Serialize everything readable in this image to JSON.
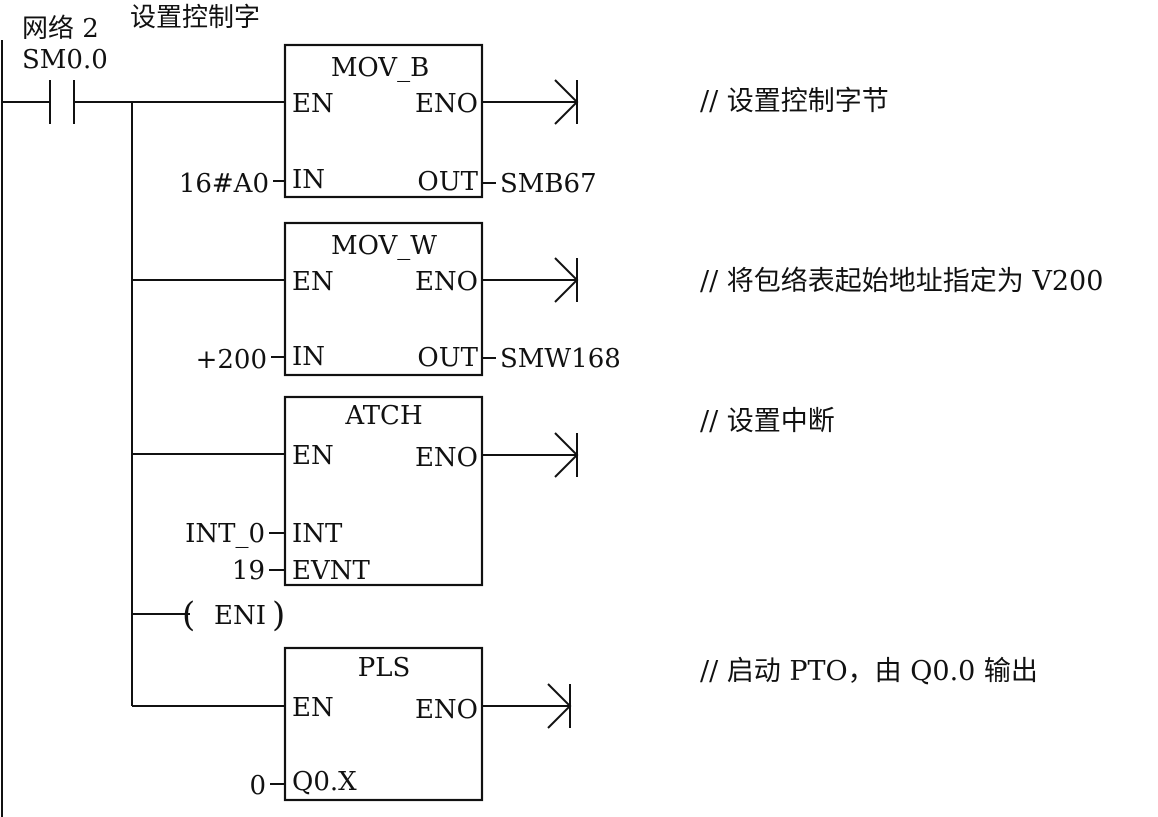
{
  "network": {
    "label": "网络 2",
    "title": "设置控制字",
    "contact": "SM0.0"
  },
  "blocks": [
    {
      "name": "MOV_B",
      "en": "EN",
      "eno": "ENO",
      "in_label": "IN",
      "in_value": "16#A0",
      "out_label": "OUT",
      "out_value": "SMB67",
      "comment": "// 设置控制字节"
    },
    {
      "name": "MOV_W",
      "en": "EN",
      "eno": "ENO",
      "in_label": "IN",
      "in_value": "+200",
      "out_label": "OUT",
      "out_value": "SMW168",
      "comment": "// 将包络表起始地址指定为 V200"
    },
    {
      "name": "ATCH",
      "en": "EN",
      "eno": "ENO",
      "int_label": "INT",
      "int_value": "INT_0",
      "evnt_label": "EVNT",
      "evnt_value": "19",
      "comment": "// 设置中断"
    },
    {
      "name": "PLS",
      "en": "EN",
      "eno": "ENO",
      "in_label": "Q0.X",
      "in_value": "0",
      "comment": "// 启动 PTO，由 Q0.0 输出"
    }
  ],
  "coil": {
    "label": "ENI",
    "open": "(",
    "close": ")"
  }
}
